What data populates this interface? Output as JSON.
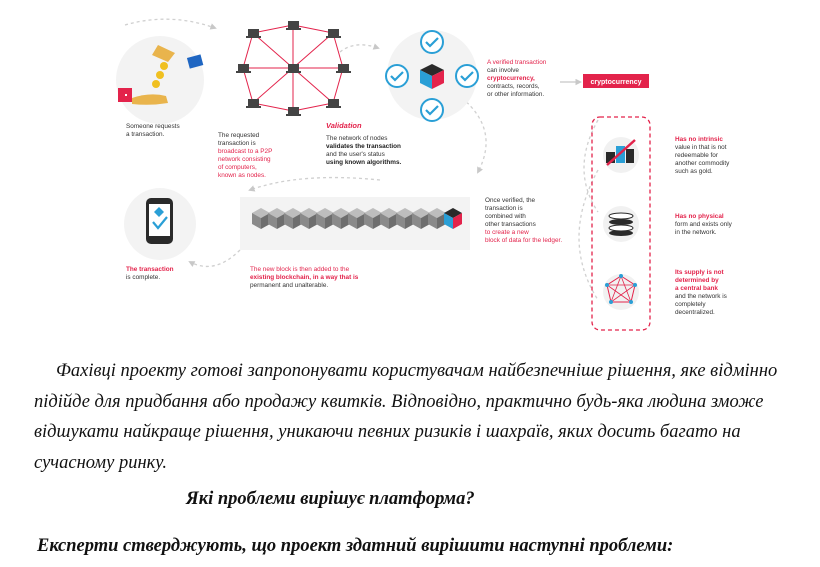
{
  "diagram": {
    "step_request": [
      "Someone requests",
      "a transaction."
    ],
    "step_broadcast": [
      "The requested",
      "transaction is",
      "broadcast to a P2P",
      "network consisting",
      "of computers,",
      "known as nodes."
    ],
    "validation_title": "Validation",
    "validation_text": [
      "The network of nodes",
      "validates the transaction",
      "and the user's status",
      "using known algorithms."
    ],
    "verified_text": [
      "A verified transaction",
      "can involve",
      "cryptocurrency,",
      "contracts, records,",
      "or other information."
    ],
    "crypto_tag": "cryptocurrency",
    "crypto_props": [
      [
        "Has no intrinsic",
        "value in that is not",
        "redeemable for",
        "another commodity",
        "such as gold."
      ],
      [
        "Has no physical",
        "form and exists only",
        "in the network."
      ],
      [
        "Its supply is not",
        "determined by",
        "a central bank",
        "and the network is",
        "completely",
        "decentralized."
      ]
    ],
    "step_combined": [
      "Once verified, the",
      "transaction is",
      "combined with",
      "other transactions",
      "to create a new",
      "block of data for the ledger."
    ],
    "step_added": [
      "The new block is then added to the",
      "existing blockchain, in a way that is",
      "permanent and unalterable."
    ],
    "step_complete": [
      "The transaction",
      "is complete."
    ]
  },
  "article": {
    "paragraph": "Фахівці проекту готові запропонувати користувачам найбезпечніше рішення, яке відмінно підійде для придбання або продажу квитків. Відповідно, практично будь-яка людина зможе відшукати найкраще рішення, уникаючи певних ризиків і шахраїв, яких досить багато на сучасному ринку.",
    "heading": "Які проблеми вирішує платформа?",
    "subheading": "Експерти стверджують, що проект здатний вирішити наступні проблеми:"
  },
  "colors": {
    "accent": "#e3234b",
    "teal": "#2a9fd6",
    "text": "#333333"
  }
}
